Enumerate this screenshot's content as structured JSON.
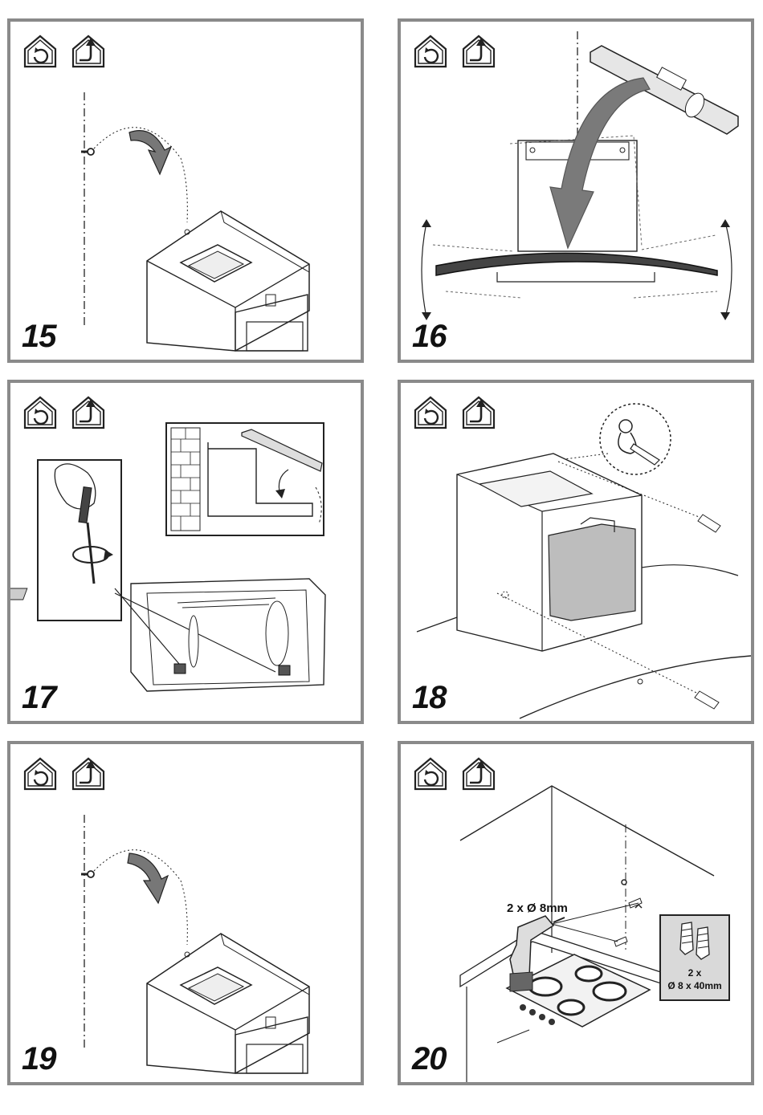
{
  "panels": [
    {
      "step": "15",
      "icons": [
        "recirculation-mode-icon",
        "ducted-extraction-icon"
      ]
    },
    {
      "step": "16",
      "icons": [
        "recirculation-mode-icon",
        "ducted-extraction-icon"
      ]
    },
    {
      "step": "17",
      "icons": [
        "recirculation-mode-icon",
        "ducted-extraction-icon"
      ]
    },
    {
      "step": "18",
      "icons": [
        "recirculation-mode-icon",
        "ducted-extraction-icon"
      ]
    },
    {
      "step": "19",
      "icons": [
        "recirculation-mode-icon",
        "ducted-extraction-icon"
      ]
    },
    {
      "step": "20",
      "icons": [
        "recirculation-mode-icon",
        "ducted-extraction-icon"
      ],
      "drill_label": "2 x Ø 8mm",
      "plug_label_count": "2 x",
      "plug_label_size": "Ø 8 x 40mm"
    }
  ],
  "colors": {
    "frame": "#8a8a8a",
    "ink": "#111111",
    "arrow_fill": "#7a7a7a",
    "inset_bg": "#d9d9d9"
  }
}
